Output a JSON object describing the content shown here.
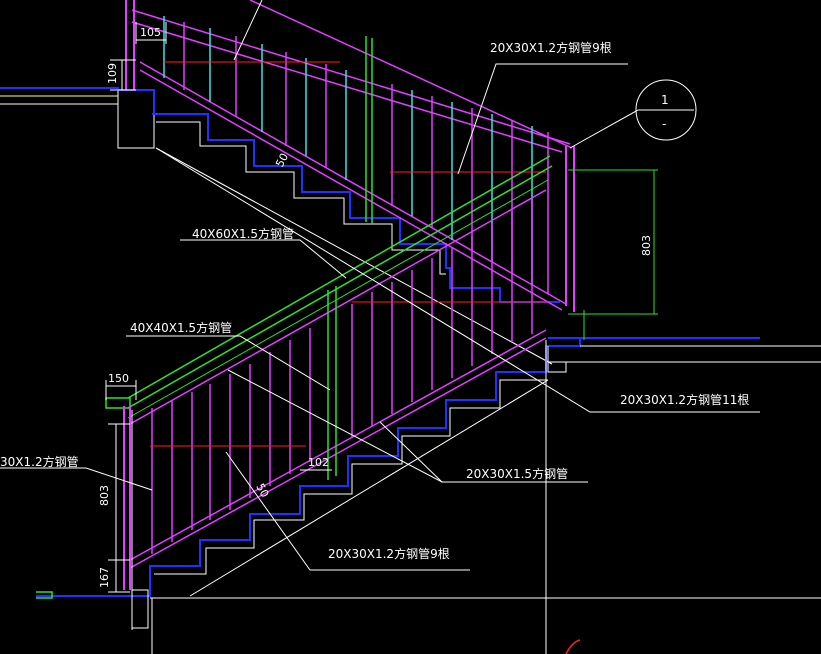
{
  "colors": {
    "background": "#000000",
    "rail_magenta": "#e040ff",
    "baluster_cyan": "#40e0e0",
    "green": "#33dd33",
    "blue": "#2030ff",
    "red": "#ff2020",
    "white": "#ffffff",
    "yellow": "#ffff80"
  },
  "annotations": {
    "pipe_20x30x12_9_top": "20X30X1.2方钢管9根",
    "pipe_40x60x15": "40X60X1.5方钢管",
    "pipe_40x40x15": "40X40X1.5方钢管",
    "pipe_20x30x12_11": "20X30X1.2方钢管11根",
    "pipe_20x30x15": "20X30X1.5方钢管",
    "pipe_20x30x12_9_bottom": "20X30X1.2方钢管9根",
    "pipe_left_partial": "30X1.2方钢管"
  },
  "dimensions": {
    "d105": "105",
    "d109": "109",
    "d50": "50",
    "d803_right": "803",
    "d150": "150",
    "d803_left": "803",
    "d167": "167",
    "d102": "102",
    "d50_lower": "50"
  },
  "section_mark": {
    "number": "1",
    "sheet": "-"
  }
}
